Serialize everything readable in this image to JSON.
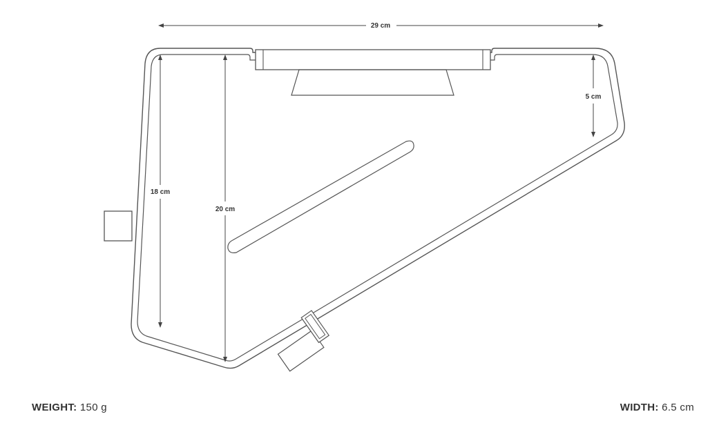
{
  "dimensions": {
    "length": "29 cm",
    "height_outer": "18 cm",
    "height_inner": "20 cm",
    "height_rear": "5 cm"
  },
  "specs": {
    "weight_label": "WEIGHT:",
    "weight_value": "150 g",
    "width_label": "WIDTH:",
    "width_value": "6.5 cm"
  },
  "colors": {
    "line": "#555555",
    "text": "#333333"
  }
}
